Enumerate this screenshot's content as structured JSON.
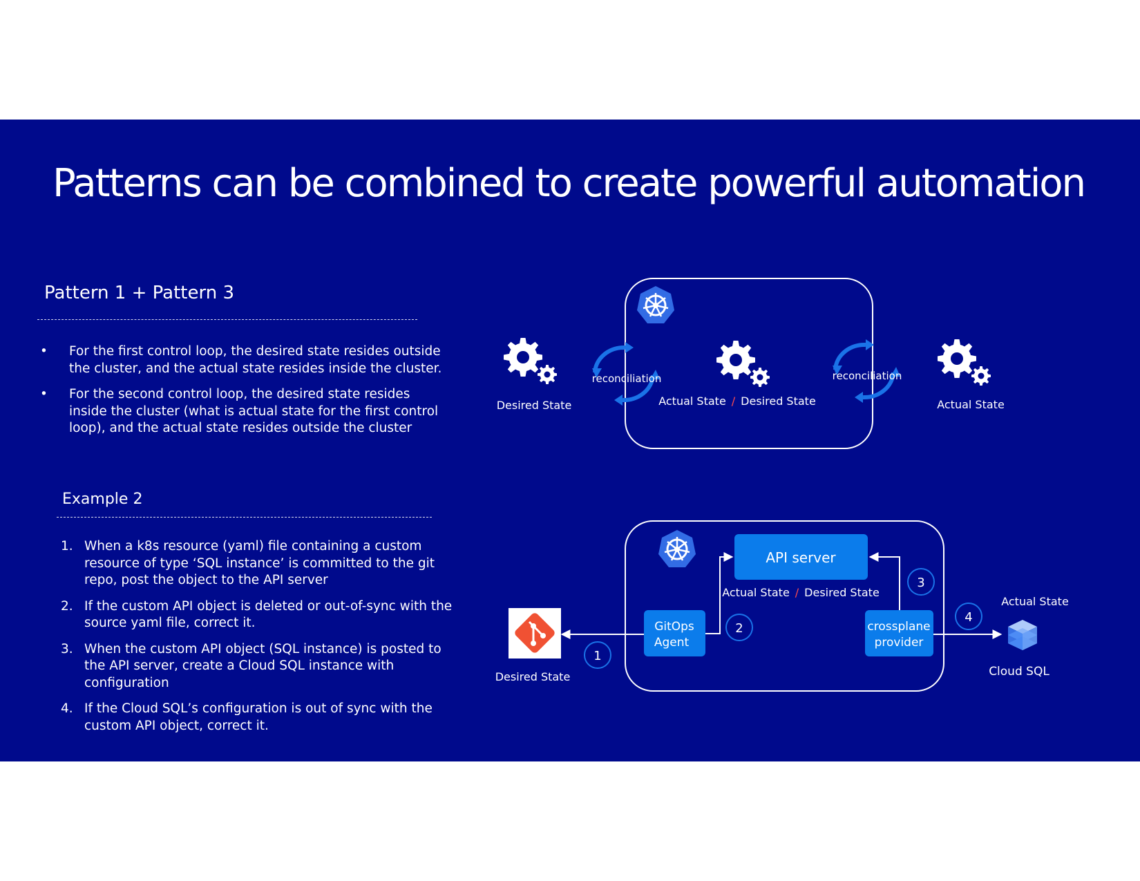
{
  "title": "Patterns can be combined to create powerful automation",
  "pattern_section": {
    "heading": "Pattern 1 + Pattern 3",
    "bullets": [
      "For the first control loop, the desired state resides outside the cluster, and the actual state resides inside the cluster.",
      "For the second control loop, the desired state resides inside the cluster (what is actual state for the first control loop), and the actual state resides outside the cluster"
    ],
    "bullet_char": "•"
  },
  "example_section": {
    "heading": "Example 2",
    "items": [
      {
        "num": "1.",
        "text": "When a k8s resource (yaml) file containing a custom resource of type ‘SQL instance’ is committed to the git repo, post the object to the API server"
      },
      {
        "num": "2.",
        "text": "If the custom API object is deleted or out-of-sync with the source yaml file, correct it."
      },
      {
        "num": "3.",
        "text": "When the custom API object (SQL instance) is posted to the API server, create a Cloud SQL instance with configuration"
      },
      {
        "num": "4.",
        "text": "If the Cloud SQL’s configuration is out of sync with the custom API object, correct it."
      }
    ]
  },
  "top_diagram": {
    "left_label": "Desired State",
    "reconciliation_1": "reconciliation",
    "center_label_a": "Actual State",
    "separator": "/",
    "center_label_b": "Desired State",
    "reconciliation_2": "reconciliation",
    "right_label": "Actual State",
    "icons": [
      "gears-icon",
      "kubernetes-icon",
      "cycle-arrows-icon"
    ]
  },
  "bottom_diagram": {
    "api_server": "API server",
    "api_label_a": "Actual State",
    "separator": "/",
    "api_label_b": "Desired State",
    "gitops_line1": "GitOps",
    "gitops_line2": "Agent",
    "crossplane_line1": "crossplane",
    "crossplane_line2": "provider",
    "git_label": "Desired State",
    "cloud_top_label": "Actual State",
    "cloud_label": "Cloud SQL",
    "steps": [
      "1",
      "2",
      "3",
      "4"
    ],
    "icons": [
      "kubernetes-icon",
      "git-icon",
      "cloud-sql-icon"
    ]
  },
  "colors": {
    "background": "#000a8c",
    "node_blue": "#0b7ceb",
    "separator_red": "#ff4d4d",
    "k8s_blue": "#326ce5",
    "git_orange": "#f05133"
  }
}
